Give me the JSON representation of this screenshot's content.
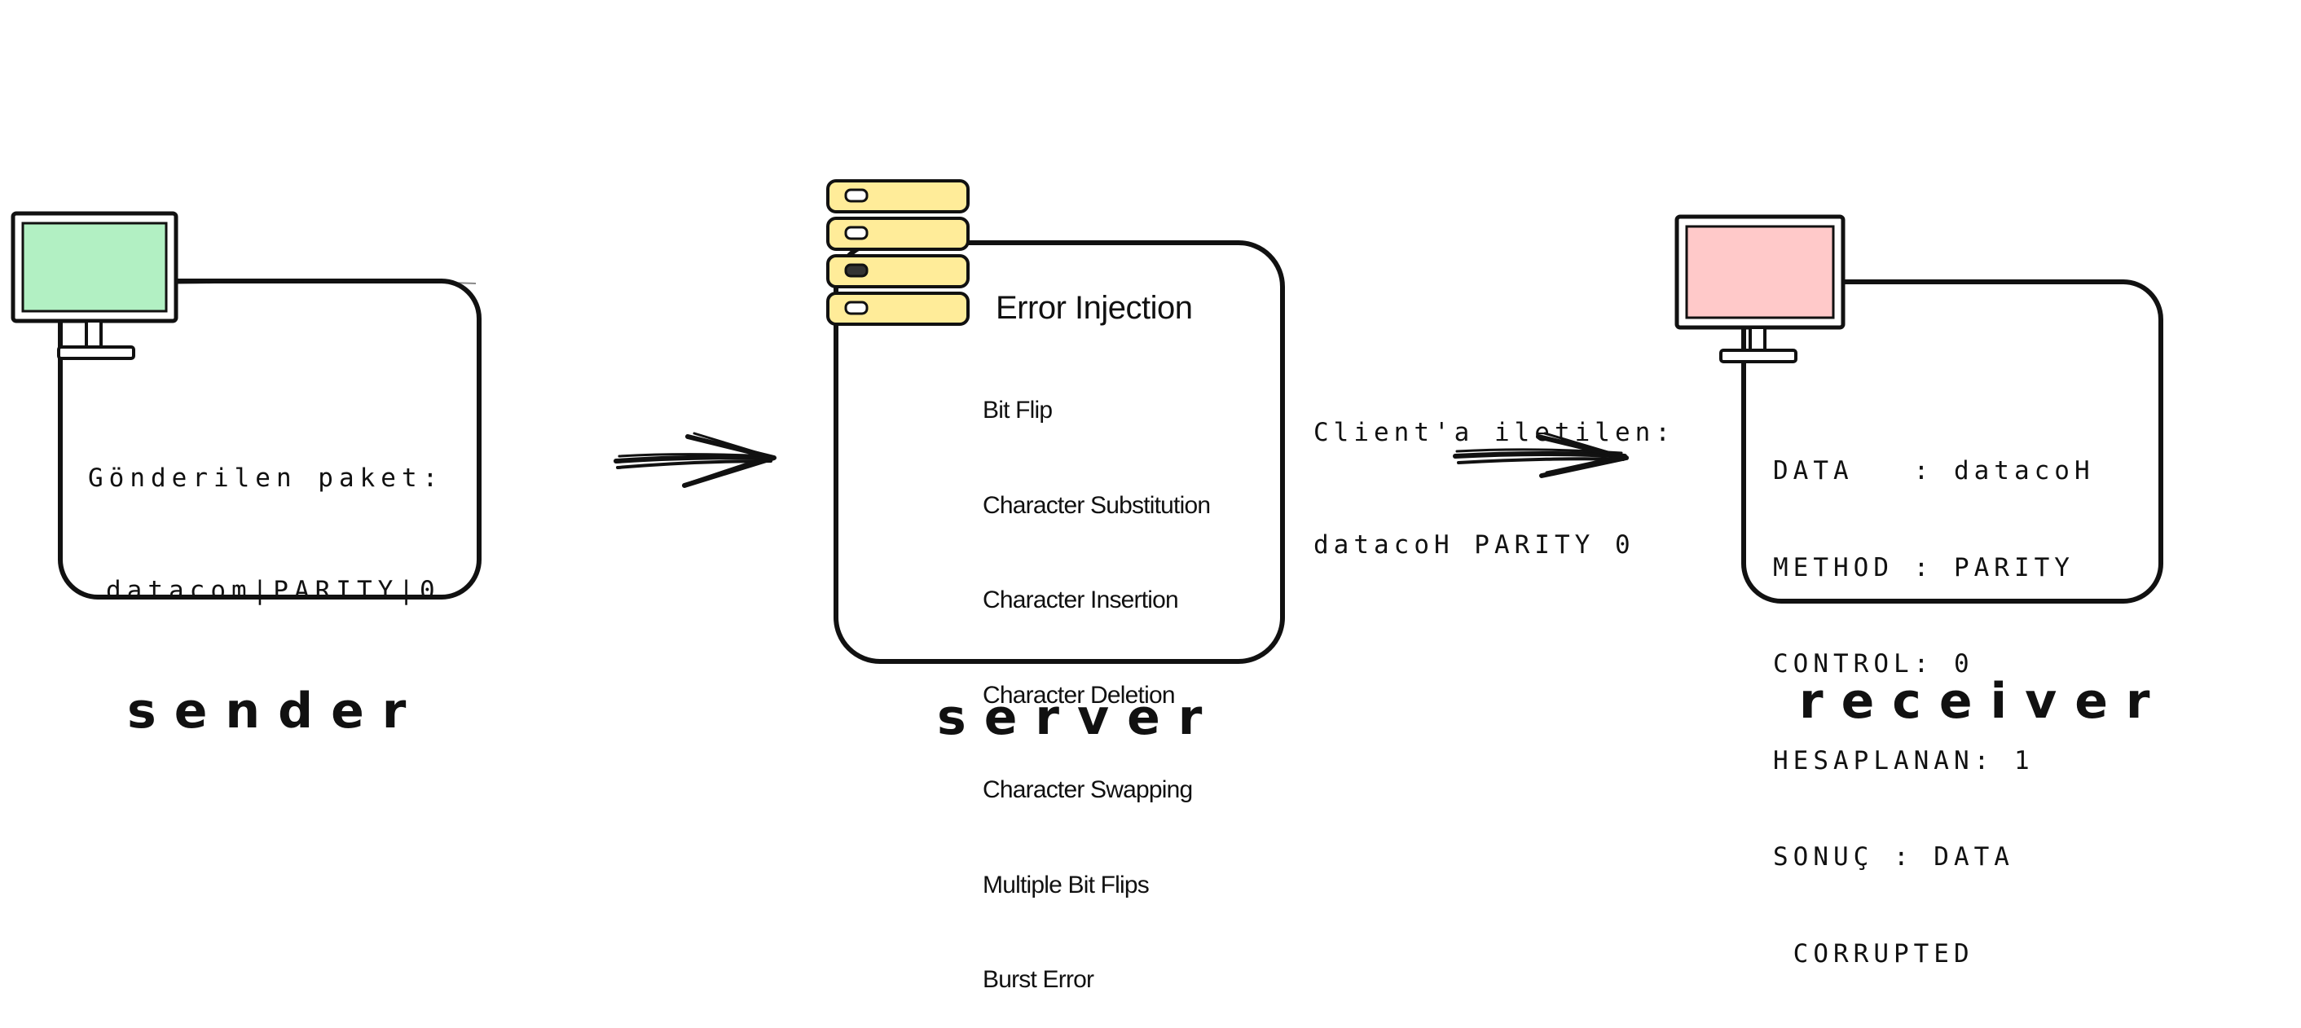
{
  "colors": {
    "sender_screen": "#b2f0c3",
    "receiver_screen": "#ffc9c9",
    "server_units": "#ffec99",
    "stroke": "#111111"
  },
  "sender": {
    "label": "sender",
    "icon": "monitor-icon",
    "text_line1": "Gönderilen paket:",
    "text_line2": "datacom|PARITY|0"
  },
  "server": {
    "label": "server",
    "icon": "server-rack-icon",
    "title": "Error Injection",
    "methods": [
      "Bit Flip",
      "Character Substitution",
      "Character Insertion",
      "Character Deletion",
      "Character Swapping",
      "Multiple Bit Flips",
      "Burst Error"
    ]
  },
  "relay": {
    "line1": "Client'a iletilen:",
    "line2": "datacoH PARITY 0"
  },
  "receiver": {
    "label": "receiver",
    "icon": "monitor-icon",
    "lines": [
      "DATA   : datacoH",
      "METHOD : PARITY",
      "CONTROL: 0",
      "HESAPLANAN: 1",
      "SONUÇ : DATA",
      " CORRUPTED"
    ]
  }
}
